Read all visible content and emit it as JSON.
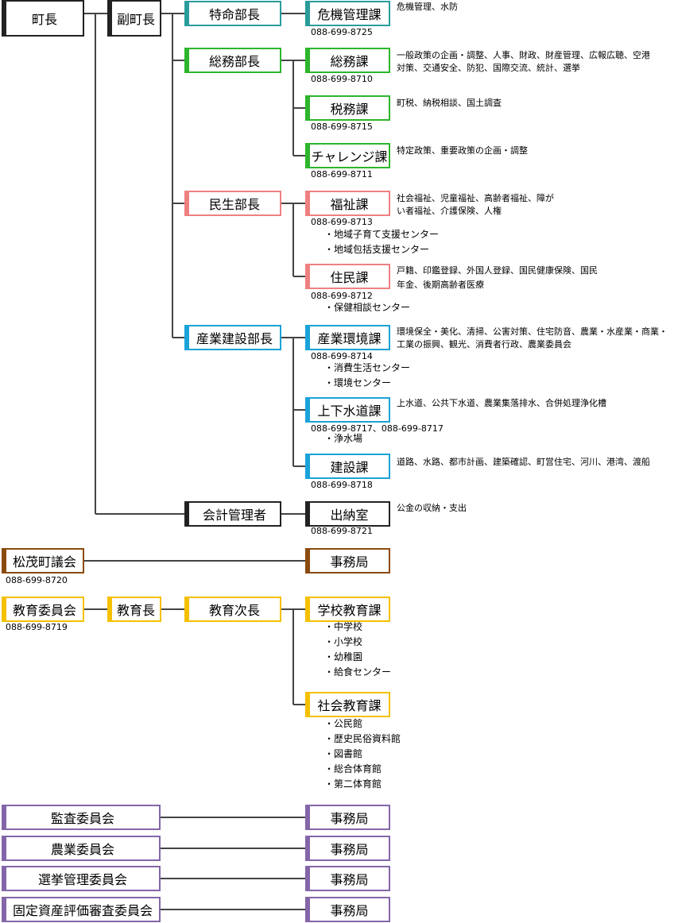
{
  "mayor": "町長",
  "vice_mayor": "副町長",
  "departments": {
    "tokumei": "特命部長",
    "somu": "総務部長",
    "minsei": "民生部長",
    "sangyo": "産業建設部長",
    "kaikei": "会計管理者"
  },
  "sections": {
    "kiki": {
      "name": "危機管理課",
      "tel": "088-699-8725",
      "desc": "危機管理、水防"
    },
    "somuka": {
      "name": "総務課",
      "tel": "088-699-8710",
      "desc": "一般政策の企画・調整、人事、財政、財産管理、広報広聴、空港対策、交通安全、防犯、国際交流、統計、選挙"
    },
    "zeimu": {
      "name": "税務課",
      "tel": "088-699-8715",
      "desc": "町税、納税相談、国土調査"
    },
    "challenge": {
      "name": "チャレンジ課",
      "tel": "088-699-8711",
      "desc": "特定政策、重要政策の企画・調整"
    },
    "fukushi": {
      "name": "福祉課",
      "tel": "088-699-8713",
      "desc": "社会福祉、児童福祉、高齢者福祉、障がい者福祉、介護保険、人権",
      "subs": [
        "地域子育て支援センター",
        "地域包括支援センター"
      ]
    },
    "jumin": {
      "name": "住民課",
      "tel": "088-699-8712",
      "desc": "戸籍、印鑑登録、外国人登録、国民健康保険、国民年金、後期高齢者医療",
      "subs": [
        "保健相談センター"
      ]
    },
    "sangyokankyo": {
      "name": "産業環境課",
      "tel": "088-699-8714",
      "desc": "環境保全・美化、清掃、公害対策、住宅防音、農業・水産業・商業・工業の振興、観光、消費者行政、農業委員会",
      "subs": [
        "消費生活センター",
        "環境センター"
      ]
    },
    "jogesuido": {
      "name": "上下水道課",
      "tel": "088-699-8717、088-699-8717",
      "desc": "上水道、公共下水道、農業集落排水、合併処理浄化槽",
      "subs": [
        "浄水場"
      ]
    },
    "kensetsu": {
      "name": "建設課",
      "tel": "088-699-8718",
      "desc": "道路、水路、都市計画、建築確認、町営住宅、河川、港湾、渡船"
    },
    "suito": {
      "name": "出納室",
      "tel": "088-699-8721",
      "desc": "公金の収納・支出"
    }
  },
  "council": {
    "name": "松茂町議会",
    "tel": "088-699-8720",
    "office": "事務局"
  },
  "education": {
    "board": "教育委員会",
    "tel": "088-699-8719",
    "superintendent": "教育長",
    "deputy": "教育次長",
    "school": {
      "name": "学校教育課",
      "subs": [
        "中学校",
        "小学校",
        "幼稚園",
        "給食センター"
      ]
    },
    "social": {
      "name": "社会教育課",
      "subs": [
        "公民館",
        "歴史民俗資料館",
        "図書館",
        "総合体育館",
        "第二体育館"
      ]
    }
  },
  "committees": [
    {
      "name": "監査委員会",
      "office": "事務局"
    },
    {
      "name": "農業委員会",
      "office": "事務局"
    },
    {
      "name": "選挙管理委員会",
      "office": "事務局"
    },
    {
      "name": "固定資産評価審査委員会",
      "office": "事務局"
    }
  ],
  "colors": {
    "black": "#222222",
    "teal": "#2a9c9c",
    "green": "#2db52d",
    "pink": "#ee8080",
    "blue": "#1aa3d8",
    "brown": "#8a4a0e",
    "yellow": "#f5c000",
    "purple": "#8466a8"
  }
}
